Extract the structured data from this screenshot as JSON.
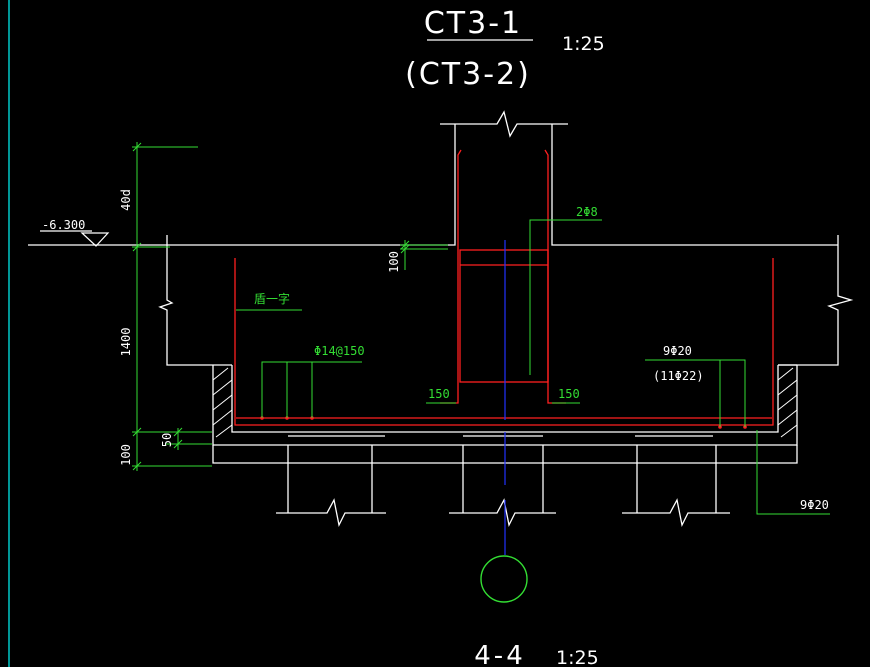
{
  "colors": {
    "background": "#000000",
    "outline": "#ffffff",
    "rebar": "#ff2020",
    "annotation": "#33dd33",
    "axis": "#2233ff",
    "frame_edge": "#00c8c8"
  },
  "title": {
    "top": "CT3-1",
    "bottom": "(CT3-2)",
    "scale": "1:25"
  },
  "elevation": {
    "label": "-6.300"
  },
  "dimensions": {
    "anchor": "40d",
    "cap_depth": "1400",
    "cover_50": "50",
    "cushion": "100",
    "column_offset": "100"
  },
  "rebar_labels": {
    "stirrup": "2Φ8",
    "cap_top": "盾一字",
    "side_bars": "Φ14@150",
    "bottom_bars": "9Φ20",
    "bottom_bars_alt": "(11Φ22)",
    "hook_left": "150",
    "hook_right": "150",
    "lower_bars": "9Φ20"
  },
  "section": {
    "label": "4-4",
    "scale": "1:25"
  }
}
